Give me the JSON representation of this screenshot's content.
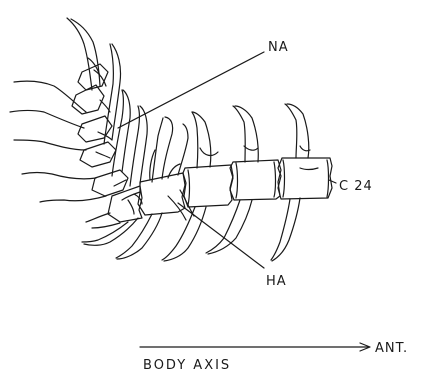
{
  "labels": {
    "neural_arch": "NA",
    "vertebra": "C 24",
    "haemal_arch": "HA",
    "body_axis": "BODY  AXIS",
    "anterior": "ANT."
  },
  "colors": {
    "ink": "#1a1a1a",
    "background": "#ffffff"
  }
}
